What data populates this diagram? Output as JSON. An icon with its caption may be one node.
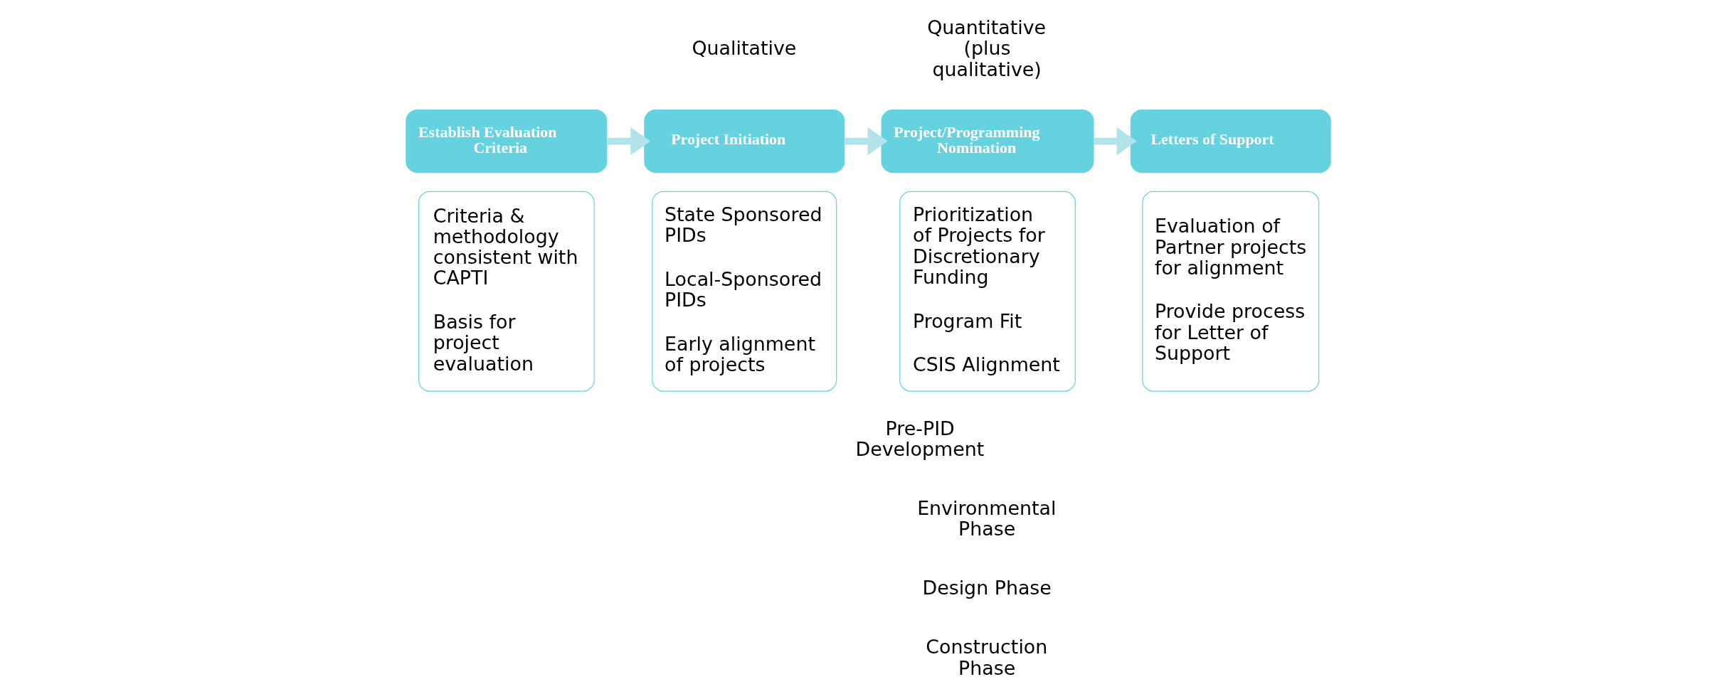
{
  "diagram": {
    "nodes": [
      {
        "text": [
          "Establish Evaluation Criteria"
        ]
      },
      {
        "text": [
          "Criteria & methodology consistent with CAPTI",
          "Basis for project evaluation"
        ]
      },
      {
        "text": [
          "Project Initiation"
        ]
      },
      {
        "text": [
          "State Sponsored PIDs",
          "Local-Sponsored PIDs",
          "Early alignment of projects"
        ]
      },
      {
        "text": [
          "Project/Programming Nomination"
        ]
      },
      {
        "text": [
          "Prioritization of Projects for Discretionary Funding",
          "Program Fit",
          "CSIS Alignment"
        ]
      },
      {
        "text": [
          "Letters of Support"
        ]
      },
      {
        "text": [
          "Evaluation of Partner projects for alignment",
          "Provide process for Letter of Support"
        ]
      }
    ],
    "edges": [
      {
        "from": 0,
        "to": 2,
        "arrow": "to"
      },
      {
        "from": 2,
        "to": 4,
        "arrow": "to"
      },
      {
        "from": 4,
        "to": 6,
        "arrow": "to"
      }
    ],
    "labels": [
      "Qualitative",
      "Quantitative (plus qualitative)",
      "Pre-PID Development",
      "Environmental Phase",
      "Design Phase",
      "Construction Phase"
    ]
  }
}
